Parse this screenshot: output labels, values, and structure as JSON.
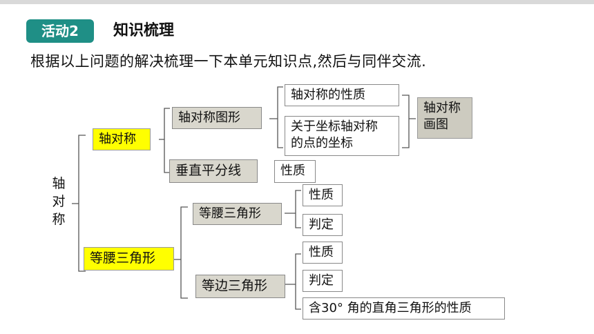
{
  "header": {
    "badge": "活动2",
    "title": "知识梳理"
  },
  "intro_text": "根据以上问题的解决梳理一下本单元知识点,然后与同伴交流.",
  "diagram": {
    "root": [
      "轴",
      "对",
      "称"
    ],
    "axial_symmetry": {
      "label": "轴对称",
      "figure": {
        "label": "轴对称图形",
        "children": [
          "轴对称的性质",
          "关于坐标轴对称",
          "的点的坐标"
        ],
        "drawing": [
          "轴对称",
          "画图"
        ]
      },
      "bisector": {
        "label": "垂直平分线",
        "children": [
          "性质"
        ]
      }
    },
    "isosceles": {
      "label": "等腰三角形",
      "isosceles_sub": {
        "label": "等腰三角形",
        "children": [
          "性质",
          "判定"
        ]
      },
      "equilateral": {
        "label": "等边三角形",
        "children": [
          "性质",
          "判定",
          "含30°  角的直角三角形的性质"
        ]
      }
    }
  }
}
